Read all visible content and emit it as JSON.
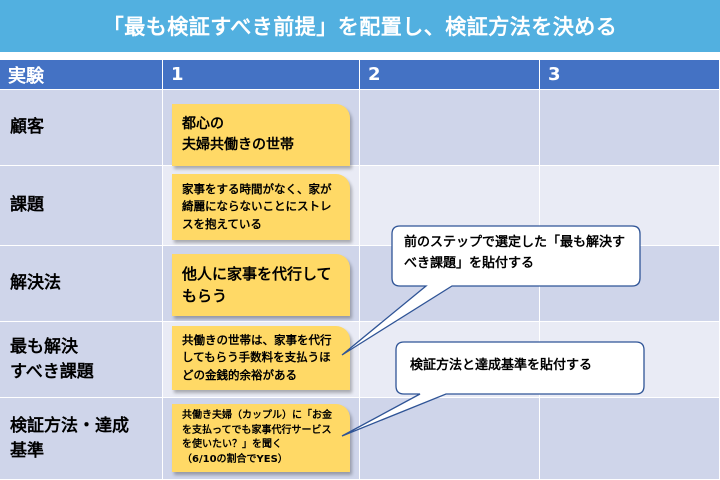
{
  "title": "「最も検証すべき前提」を配置し、検証方法を決める",
  "table": {
    "corner": "実験",
    "columns": [
      "1",
      "2",
      "3"
    ],
    "rows": [
      {
        "label": "顧客",
        "note": "都心の\n夫婦共働きの世帯"
      },
      {
        "label": "課題",
        "note": "家事をする時間がなく、家が綺麗にならないことにストレスを抱えている"
      },
      {
        "label": "解決法",
        "note": "他人に家事を代行してもらう"
      },
      {
        "label": "最も解決\nすべき課題",
        "note": "共働きの世帯は、家事を代行してもらう手数料を支払うほどの金銭的余裕がある"
      },
      {
        "label": "検証方法・達成\n基準",
        "note": "共働き夫婦（カップル）に「お金を支払ってでも家事代行サービスを使いたい？」を聞く\n（6/10の割合でYES）"
      }
    ]
  },
  "callouts": [
    {
      "text": "前のステップで選定した「最も解決すべき課題」を貼付する"
    },
    {
      "text": "検証方法と達成基準を貼付する"
    }
  ],
  "colors": {
    "banner": "#52b0e0",
    "header": "#4472c4",
    "row_band_dark": "#cfd5ea",
    "row_band_light": "#e9ebf5",
    "sticky_note": "#ffd966"
  }
}
